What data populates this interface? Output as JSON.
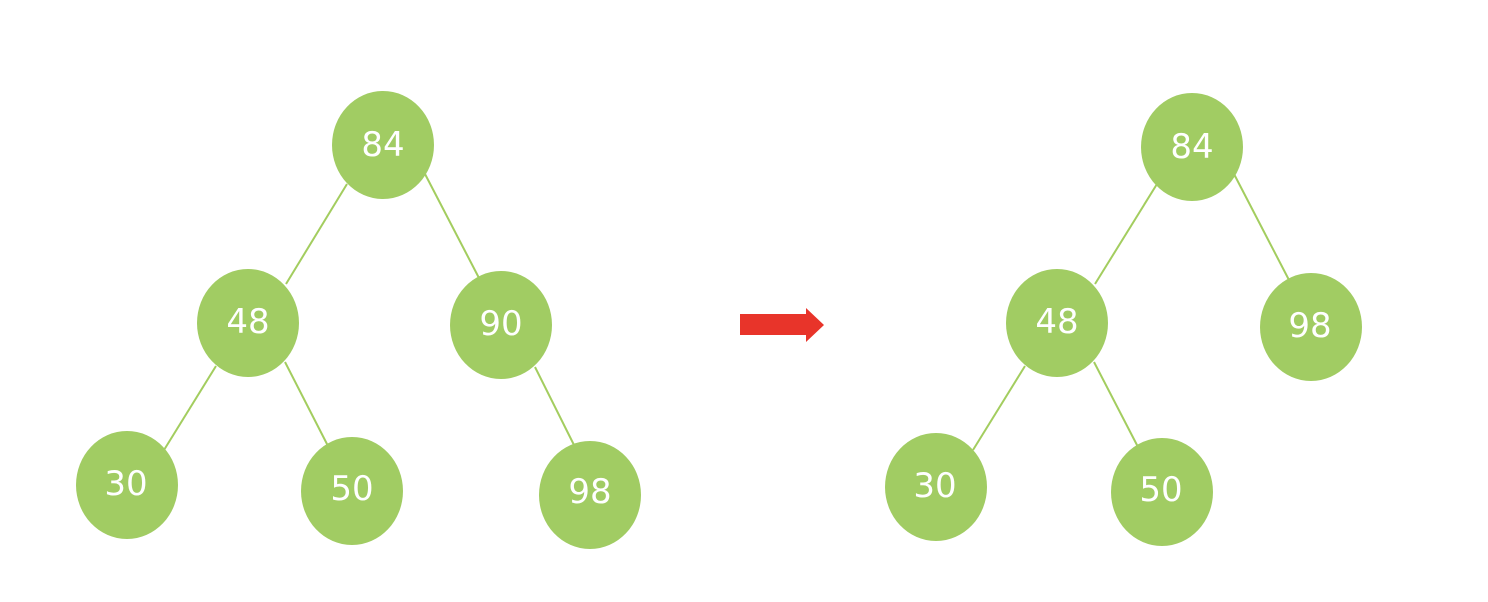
{
  "colors": {
    "node_fill": "#a1cc63",
    "edge": "#a3cd5f",
    "label": "#ffffff",
    "arrow": "#e8342a"
  },
  "before_tree": {
    "nodes": {
      "root": "84",
      "left": "48",
      "right": "90",
      "left_left": "30",
      "left_right": "50",
      "right_right": "98"
    }
  },
  "after_tree": {
    "nodes": {
      "root": "84",
      "left": "48",
      "right": "98",
      "left_left": "30",
      "left_right": "50"
    }
  },
  "transition_icon": "right-arrow-icon"
}
